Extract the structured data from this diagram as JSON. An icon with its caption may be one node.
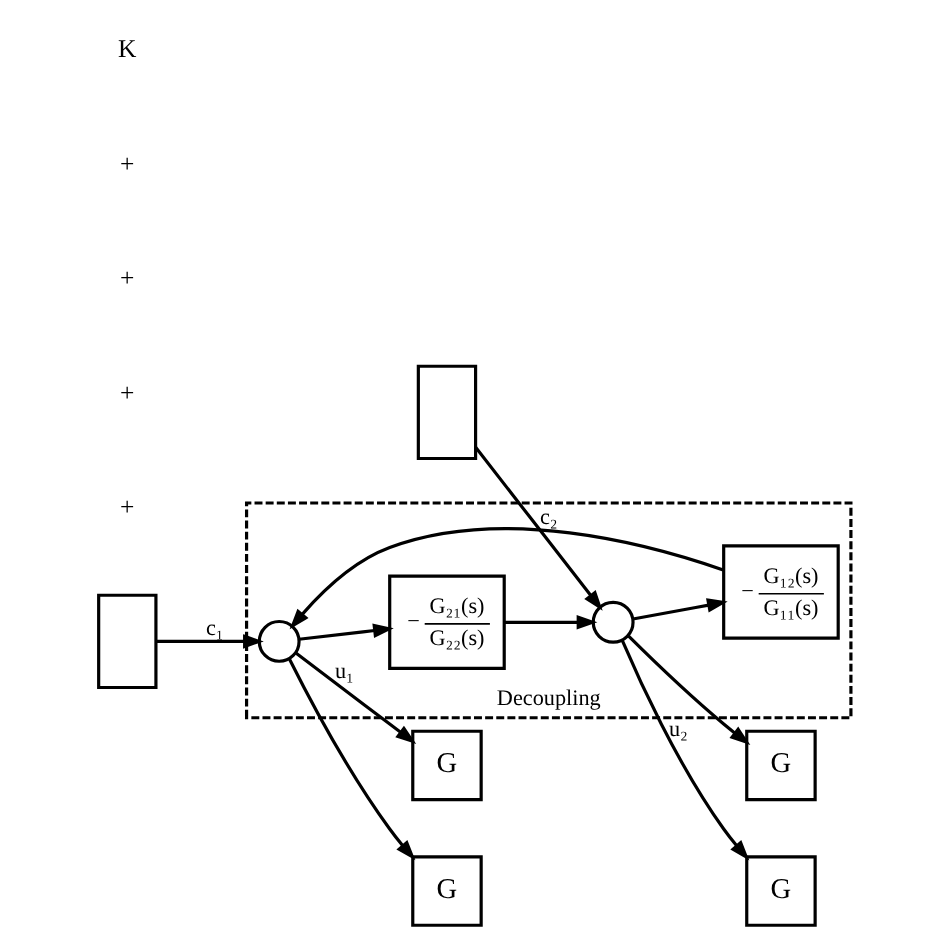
{
  "diagram": {
    "nodes": [
      {
        "text": [
          "Decoupling"
        ]
      },
      {
        "text": [],
        "shape": "box"
      },
      {
        "text": [],
        "shape": "box"
      },
      {
        "text": [],
        "shape": "circle",
        "in": 0
      },
      {
        "text": [
          "−",
          "G₁₂(s)",
          "G₁₁(s)"
        ],
        "in": 0
      },
      {
        "text": [
          "−",
          "G₂₁(s)",
          "G₂₂(s)"
        ],
        "in": 0
      },
      {
        "text": [],
        "shape": "circle",
        "in": 0
      },
      {
        "text": [
          "G"
        ]
      },
      {
        "text": [
          "G"
        ]
      },
      {
        "text": [
          "G"
        ]
      },
      {
        "text": [
          "G"
        ]
      }
    ],
    "edges": [
      {
        "from": 1,
        "to": 3,
        "arrow": "to",
        "label": "c₁"
      },
      {
        "from": 4,
        "to": 3,
        "arrow": "to"
      },
      {
        "from": 3,
        "to": 7,
        "arrow": "to",
        "label": "u₁"
      },
      {
        "from": 3,
        "to": 9,
        "arrow": "to"
      },
      {
        "from": 3,
        "to": 5,
        "arrow": "to"
      },
      {
        "from": 2,
        "to": 6,
        "arrow": "to",
        "label": "c₂"
      },
      {
        "from": 5,
        "to": 6,
        "arrow": "to"
      },
      {
        "from": 6,
        "to": 10,
        "arrow": "to",
        "label": "u₂"
      },
      {
        "from": 6,
        "to": 8,
        "arrow": "to"
      },
      {
        "from": 6,
        "to": 4,
        "arrow": "to"
      }
    ],
    "labels": [
      "+",
      "+",
      "+",
      "+",
      "K"
    ]
  }
}
